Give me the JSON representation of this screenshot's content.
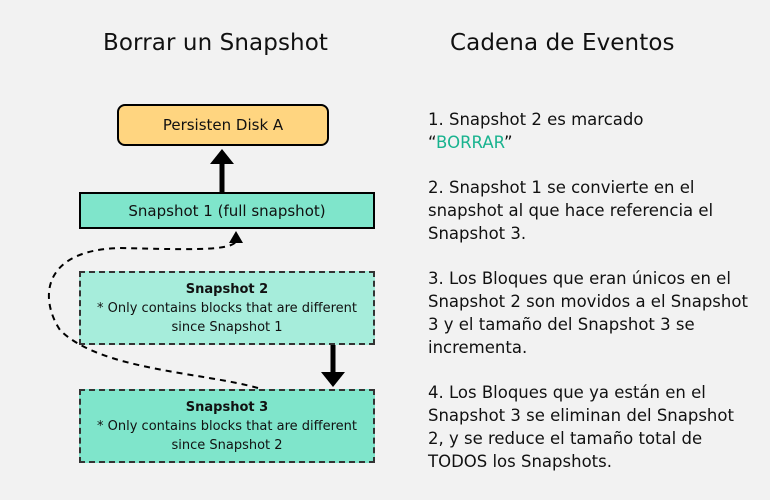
{
  "left_title": "Borrar un Snapshot",
  "right_title": "Cadena de Eventos",
  "diagram": {
    "disk": "Persisten Disk A",
    "snapshot1": "Snapshot 1 (full snapshot)",
    "snapshot2": {
      "title": "Snapshot 2",
      "line1": "* Only contains blocks that are different",
      "line2": "since Snapshot 1"
    },
    "snapshot3": {
      "title": "Snapshot 3",
      "line1": "* Only contains blocks that are different",
      "line2": "since Snapshot 2"
    }
  },
  "events": [
    {
      "pre": "1. Snapshot 2 es marcado",
      "open_quote": "“",
      "highlight": "BORRAR",
      "close_quote": "”"
    },
    {
      "text": "2. Snapshot 1 se convierte en el snapshot al que hace referencia el Snapshot 3."
    },
    {
      "text": "3. Los Bloques que eran únicos en el Snapshot 2 son movidos a el Snapshot 3 y el tamaño del Snapshot 3 se incrementa."
    },
    {
      "text": "4. Los Bloques que ya están en el Snapshot 3 se eliminan del Snapshot 2, y se reduce el tamaño total de TODOS los Snapshots."
    }
  ],
  "colors": {
    "disk_fill": "#ffd580",
    "snapshot_fill": "#7fe5cb",
    "snapshot2_fill": "#a6eddb",
    "highlight": "#19b38f"
  }
}
